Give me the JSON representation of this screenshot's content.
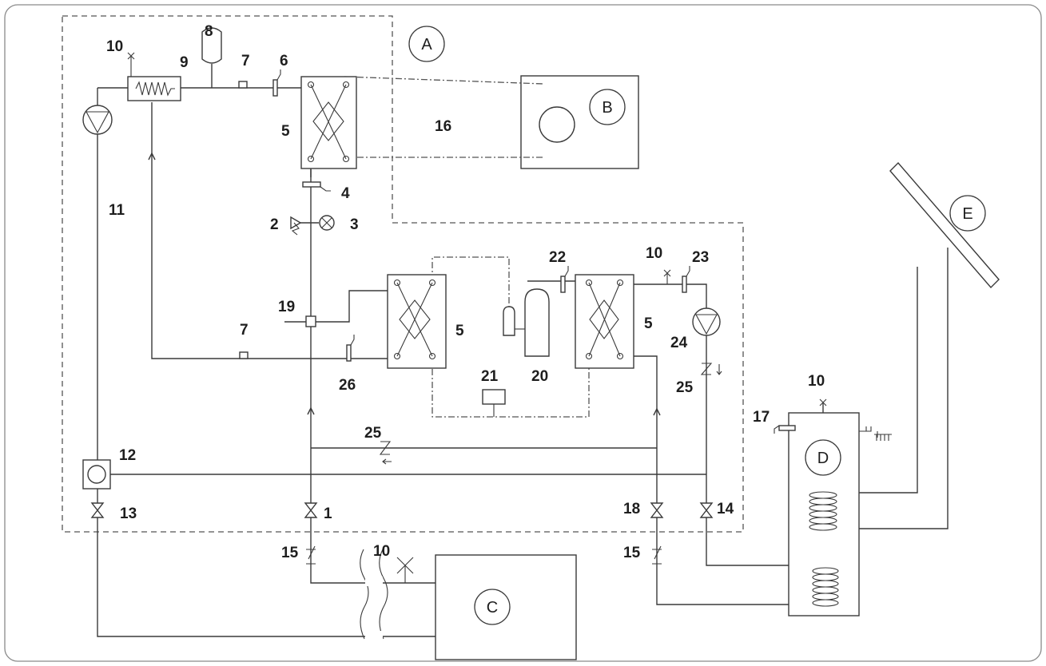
{
  "units": {
    "A": "A",
    "B": "B",
    "C": "C",
    "D": "D",
    "E": "E"
  },
  "labels": {
    "n1": "1",
    "n2": "2",
    "n3": "3",
    "n4": "4",
    "n5": "5",
    "n6": "6",
    "n7": "7",
    "n8": "8",
    "n9": "9",
    "n10": "10",
    "n11": "11",
    "n12": "12",
    "n13": "13",
    "n14": "14",
    "n15": "15",
    "n16": "16",
    "n17": "17",
    "n18": "18",
    "n19": "19",
    "n20": "20",
    "n21": "21",
    "n22": "22",
    "n23": "23",
    "n24": "24",
    "n25": "25",
    "n26": "26"
  },
  "colors": {
    "line": "#3a3a3a",
    "dashed_boundary": "#555555",
    "outer_frame": "#8a8a8a",
    "background": "#ffffff"
  }
}
